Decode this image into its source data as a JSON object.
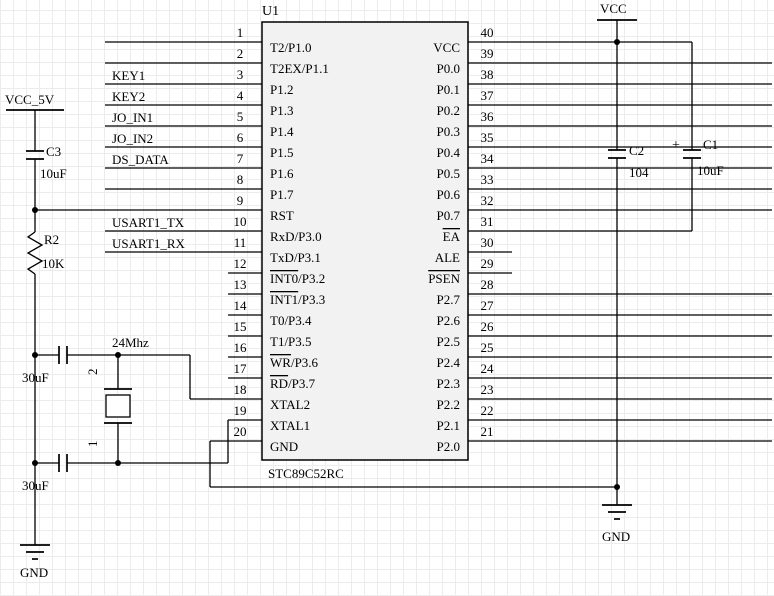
{
  "ic": {
    "ref": "U1",
    "part": "STC89C52RC",
    "left_pins": [
      {
        "num": "1",
        "name": "T2/P1.0"
      },
      {
        "num": "2",
        "name": "T2EX/P1.1"
      },
      {
        "num": "3",
        "name": "P1.2",
        "net": "KEY1"
      },
      {
        "num": "4",
        "name": "P1.3",
        "net": "KEY2"
      },
      {
        "num": "5",
        "name": "P1.4",
        "net": "JO_IN1"
      },
      {
        "num": "6",
        "name": "P1.5",
        "net": "JO_IN2"
      },
      {
        "num": "7",
        "name": "P1.6",
        "net": "DS_DATA"
      },
      {
        "num": "8",
        "name": "P1.7"
      },
      {
        "num": "9",
        "name": "RST"
      },
      {
        "num": "10",
        "name": "RxD/P3.0",
        "net": "USART1_TX"
      },
      {
        "num": "11",
        "name": "TxD/P3.1",
        "net": "USART1_RX"
      },
      {
        "num": "12",
        "name": "INT0/P3.2",
        "bar": "INT0"
      },
      {
        "num": "13",
        "name": "INT1/P3.3",
        "bar": "INT1"
      },
      {
        "num": "14",
        "name": "T0/P3.4"
      },
      {
        "num": "15",
        "name": "T1/P3.5"
      },
      {
        "num": "16",
        "name": "WR/P3.6",
        "bar": "WR"
      },
      {
        "num": "17",
        "name": "RD/P3.7",
        "bar": "RD"
      },
      {
        "num": "18",
        "name": "XTAL2"
      },
      {
        "num": "19",
        "name": "XTAL1"
      },
      {
        "num": "20",
        "name": "GND"
      }
    ],
    "right_pins": [
      {
        "num": "40",
        "name": "VCC"
      },
      {
        "num": "39",
        "name": "P0.0"
      },
      {
        "num": "38",
        "name": "P0.1"
      },
      {
        "num": "37",
        "name": "P0.2"
      },
      {
        "num": "36",
        "name": "P0.3"
      },
      {
        "num": "35",
        "name": "P0.4"
      },
      {
        "num": "34",
        "name": "P0.5"
      },
      {
        "num": "33",
        "name": "P0.6"
      },
      {
        "num": "32",
        "name": "P0.7"
      },
      {
        "num": "31",
        "name": "EA",
        "bar": "EA"
      },
      {
        "num": "30",
        "name": "ALE"
      },
      {
        "num": "29",
        "name": "PSEN",
        "bar": "PSEN"
      },
      {
        "num": "28",
        "name": "P2.7"
      },
      {
        "num": "27",
        "name": "P2.6"
      },
      {
        "num": "26",
        "name": "P2.5"
      },
      {
        "num": "25",
        "name": "P2.4"
      },
      {
        "num": "24",
        "name": "P2.3"
      },
      {
        "num": "23",
        "name": "P2.2"
      },
      {
        "num": "22",
        "name": "P2.1"
      },
      {
        "num": "21",
        "name": "P2.0"
      }
    ]
  },
  "components": {
    "c3": {
      "ref": "C3",
      "value": "10uF"
    },
    "r2": {
      "ref": "R2",
      "value": "10K"
    },
    "crystal": {
      "value": "24Mhz",
      "pin_top": "2",
      "pin_bottom": "1"
    },
    "cap_top": {
      "value": "30uF"
    },
    "cap_bottom": {
      "value": "30uF"
    },
    "c2": {
      "ref": "C2",
      "value": "104"
    },
    "c1": {
      "ref": "C1",
      "value": "10uF",
      "polarity": "+"
    }
  },
  "power": {
    "vcc_5v": "VCC_5V",
    "vcc": "VCC",
    "gnd_left": "GND",
    "gnd_right": "GND"
  }
}
